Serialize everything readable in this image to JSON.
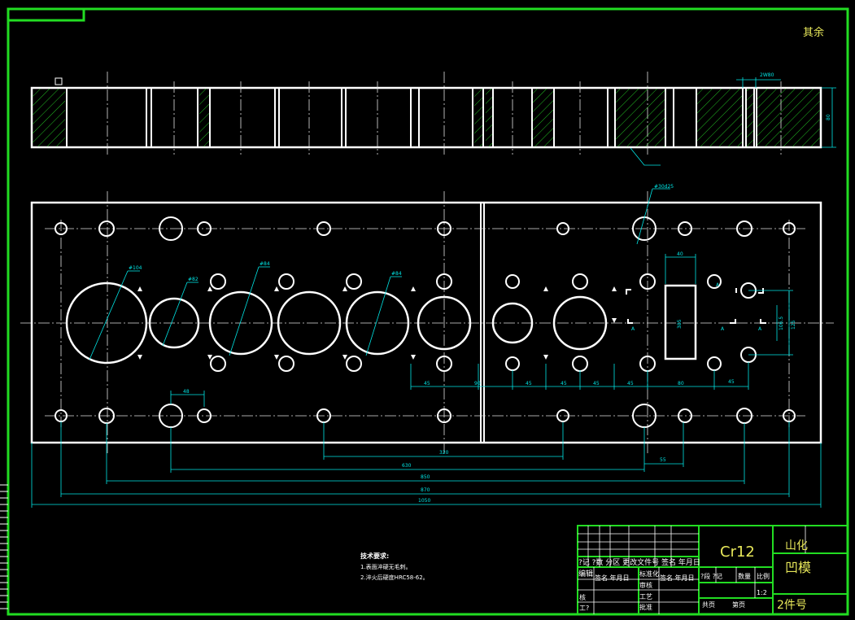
{
  "drawing": {
    "corner_note": "其余",
    "section_label": "A",
    "part_number_label": "2件号"
  },
  "colors": {
    "background": "#000000",
    "frame": "#22dd22",
    "outline": "#ffffff",
    "dimension": "#00e5e5",
    "hatch": "#22bb22",
    "centerline": "#e0e0e0",
    "title_text": "#e8e85a"
  },
  "dimensions": {
    "top_width_label": "2W80",
    "top_height_label": "80",
    "pin_hole_label": "#30d25",
    "dia_104": "#104",
    "dia_82": "#82",
    "dia_84": "#84",
    "dia_84b": "#84",
    "slot_width": "40",
    "slot_height": "385",
    "right_height_a": "125",
    "right_height_b": "106.5",
    "hole_spacing_48": "48",
    "spacing_45_a": "45",
    "spacing_90_a": "90",
    "spacing_45_b": "45",
    "spacing_45_c": "45",
    "spacing_45_d": "45",
    "spacing_45_e": "45",
    "spacing_80": "80",
    "spacing_45_f": "45",
    "overall_320": "320",
    "overall_55": "55",
    "overall_630": "630",
    "overall_850": "850",
    "overall_870": "870",
    "overall_1050": "1050"
  },
  "tech_requirements": {
    "heading": "技术要求:",
    "line1": "1.表面淬硬无毛刺。",
    "line2": "2.淬火后硬度HRC58-62。"
  },
  "title_block": {
    "material": "Cr12",
    "drawing_name_1": "山化",
    "drawing_name_2": "凹模",
    "header_row": "?记 ?数  分区 更改文件号 签名 年月日",
    "designer_row": "编辑",
    "sign_row": "签名  年月日",
    "standardize": "标准化",
    "review": "审核",
    "process": "工艺",
    "approve": "批准",
    "stage_label": "?段 ?记",
    "weight_label": "数量",
    "scale_label": "比例",
    "scale_value": "1:2",
    "sheet_total": "共页",
    "sheet_no": "第页",
    "check_label": "核",
    "process_short": "工?"
  }
}
